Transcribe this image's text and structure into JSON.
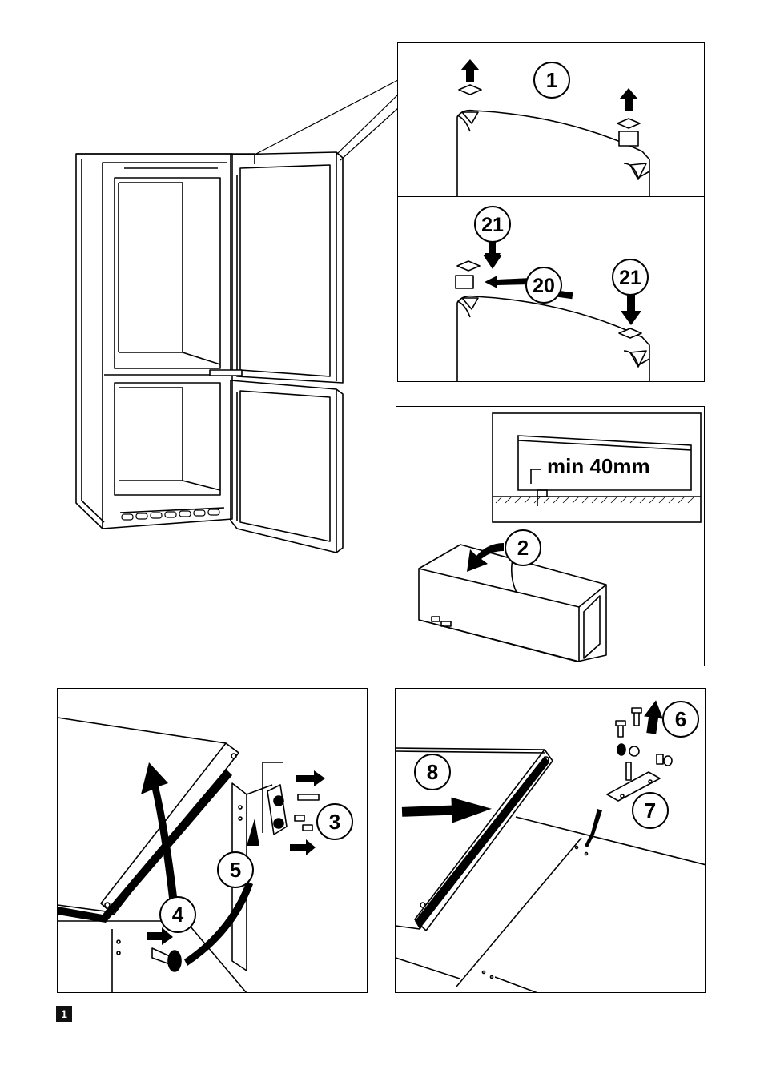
{
  "callouts": {
    "c1": "1",
    "c2": "2",
    "c3": "3",
    "c4": "4",
    "c5": "5",
    "c6": "6",
    "c7": "7",
    "c8": "8",
    "c20": "20",
    "c21a": "21",
    "c21b": "21"
  },
  "min_clearance_label": "min 40mm",
  "figure_number": "1"
}
